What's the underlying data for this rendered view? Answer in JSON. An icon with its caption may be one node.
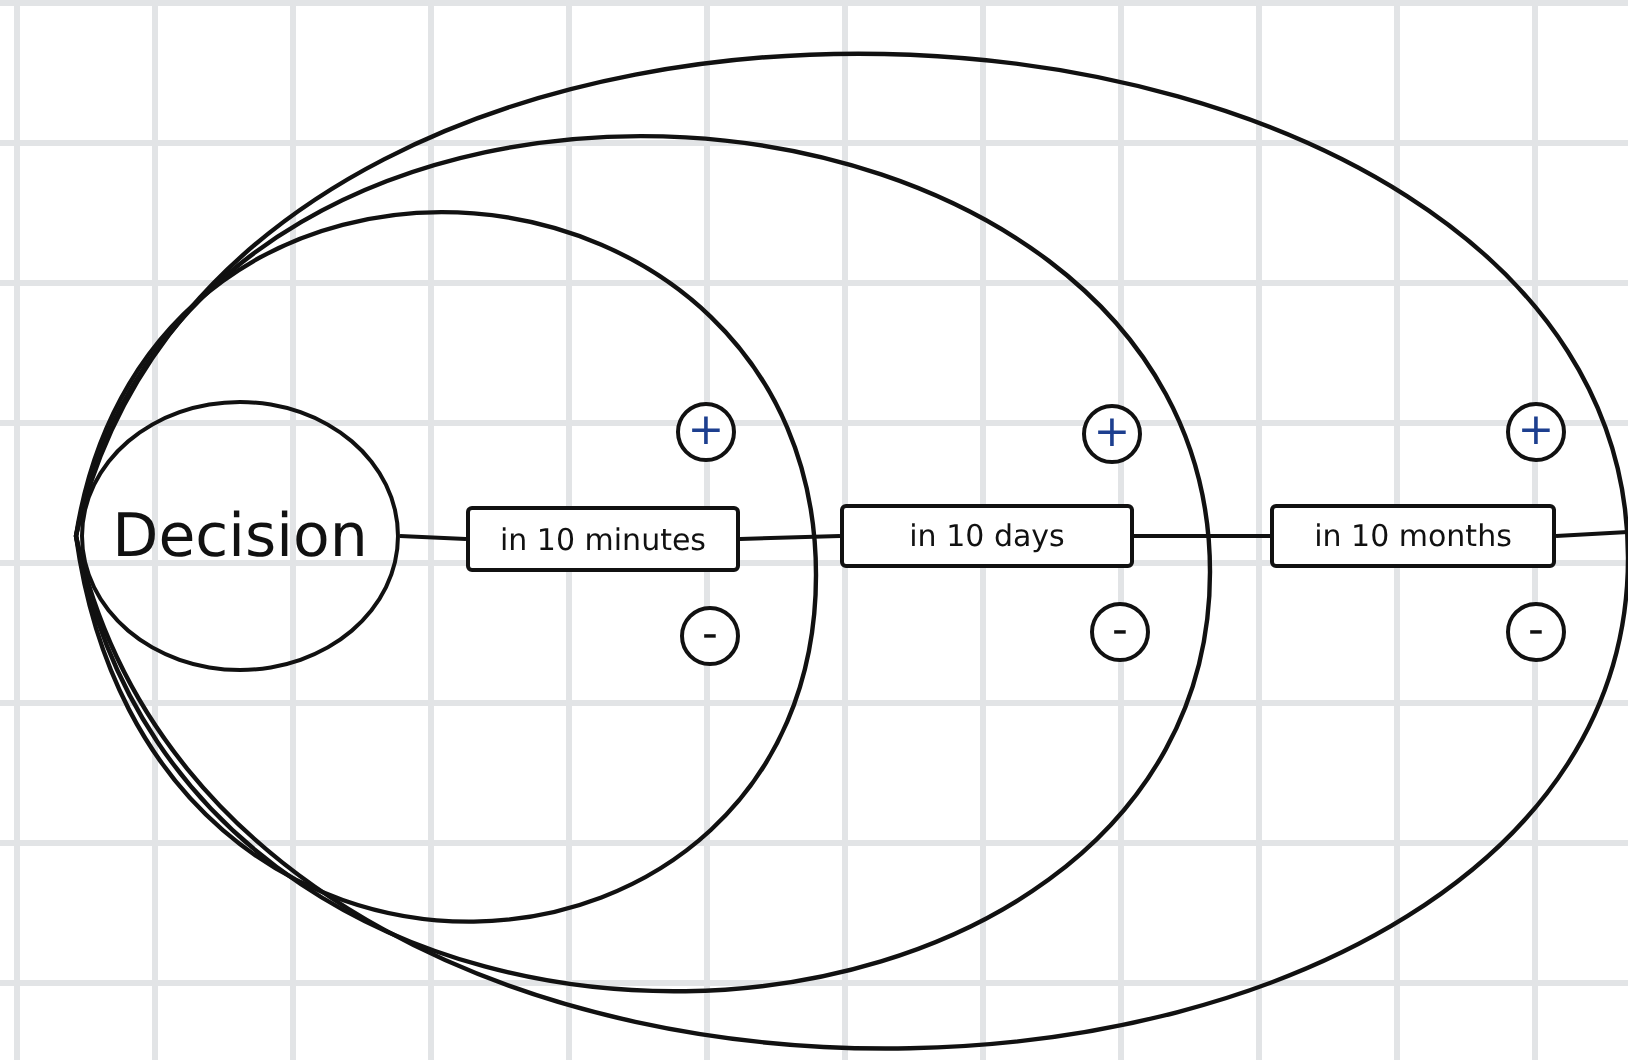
{
  "diagram": {
    "nodes": [
      {
        "text": [],
        "shape": "ellipse"
      },
      {
        "text": [],
        "shape": "ellipse",
        "in": 0
      },
      {
        "text": [],
        "shape": "ellipse",
        "in": 1
      },
      {
        "text": [
          "Decision"
        ],
        "in": 2
      },
      {
        "text": [
          "+"
        ],
        "in": 2
      },
      {
        "text": [
          "in 10 minutes"
        ],
        "in": 2
      },
      {
        "text": [
          "-"
        ],
        "in": 2
      },
      {
        "text": [
          "+"
        ],
        "in": 1
      },
      {
        "text": [
          "in 10 days"
        ],
        "in": 1
      },
      {
        "text": [
          "-"
        ],
        "in": 1
      },
      {
        "text": [
          "+"
        ],
        "in": 0
      },
      {
        "text": [
          "in 10 months"
        ],
        "in": 0
      },
      {
        "text": [
          "-"
        ],
        "in": 0
      }
    ],
    "edges": [
      {
        "from": 3,
        "to": 5,
        "arrow": "none"
      },
      {
        "from": 5,
        "to": 8,
        "arrow": "none"
      },
      {
        "from": 8,
        "to": 11,
        "arrow": "none"
      },
      {
        "from": 11,
        "to": null,
        "arrow": "none"
      }
    ]
  }
}
